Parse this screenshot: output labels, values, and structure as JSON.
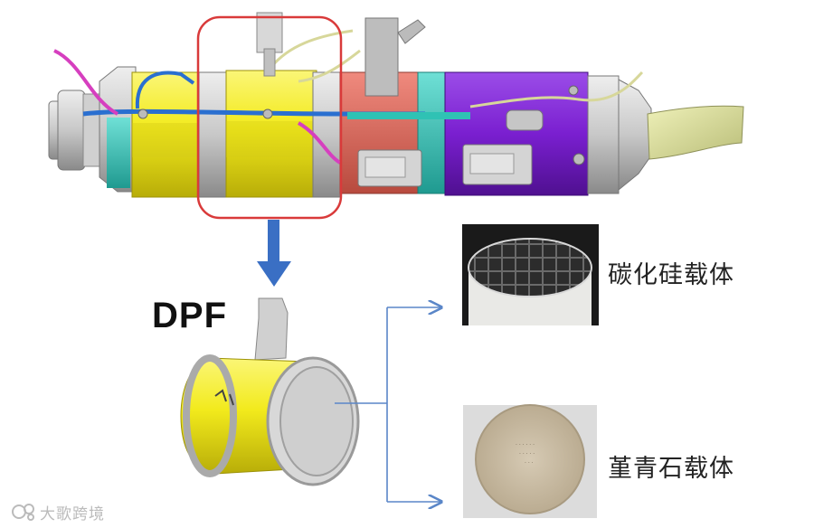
{
  "diagram": {
    "component_label": "DPF",
    "substrates": [
      {
        "label": "碳化硅载体"
      },
      {
        "label": "堇青石载体"
      }
    ]
  },
  "watermark": {
    "text": "大歌跨境"
  },
  "colors": {
    "yellow_body": "#f2ea1c",
    "purple_body": "#7a1fd0",
    "salmon_body": "#e4685a",
    "teal_band": "#36c3b8",
    "arrow_blue": "#3a6fc4",
    "highlight_red": "#d93a3a",
    "line_blue": "#5a86c8"
  }
}
